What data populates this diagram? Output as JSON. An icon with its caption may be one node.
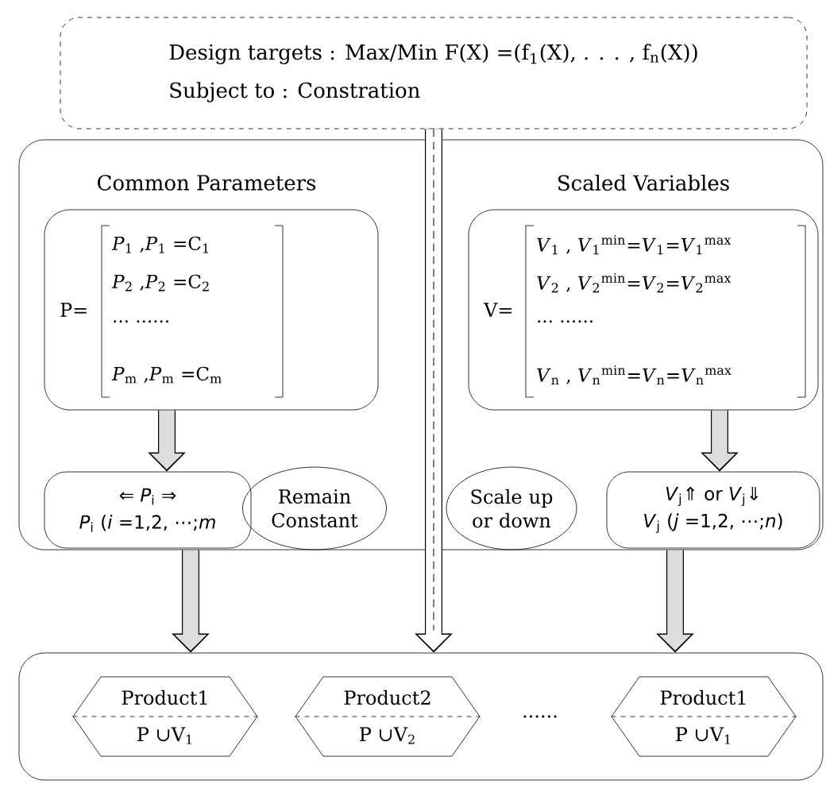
{
  "diagram": {
    "nodes": [
      {
        "text": [
          "Design targets : Max/Min F(X) =(f$_{1}$(X), . . . , f$_{n}$(X))",
          "Subject to : Constration"
        ]
      },
      {
        "text": [
          "Common Parameters",
          "Scaled Variables"
        ]
      },
      {
        "text": [
          "P=",
          "*P*$_{1}$ ,*P*$_{1}$ =C$_{1}$",
          "*P*$_{2}$ ,*P*$_{2}$ =C$_{2}$",
          "··· ······",
          "*P*$_{m}$ ,*P*$_{m}$ =C$_{m}$"
        ],
        "in": 1
      },
      {
        "text": [
          "⇐ *P*$_{i}$ ⇒",
          "*P*$_{i}$ (*i* =1,2, ⋯;*m*"
        ],
        "in": 1
      },
      {
        "text": [
          "Remain Constant"
        ],
        "in": 1
      },
      {
        "text": [
          "V=",
          "*V*$_{1}$ , *V*$_{1}$$^{min}$=*V*$_{1}$=*V*$_{1}$$^{max}$",
          "*V*$_{2}$ , *V*$_{2}$$^{min}$=*V*$_{2}$=*V*$_{2}$$^{max}$",
          "··· ······",
          "*V*$_{n}$ , *V*$_{n}$$^{min}$=*V*$_{n}$=*V*$_{n}$$^{max}$"
        ],
        "in": 1
      },
      {
        "text": [
          "Scale up or down"
        ],
        "in": 1
      },
      {
        "text": [
          "*V*$_{j}$⇑ or *V*$_{j}$⇓",
          "*V*$_{j}$ (*j* =1,2, ⋯;*n*)"
        ],
        "in": 1
      },
      {
        "text": [],
        "shape": "box"
      },
      {
        "text": [
          "Product1",
          "P ∪V$_{1}$"
        ],
        "in": 8
      },
      {
        "text": [
          "Product2",
          "P ∪V$_{2}$"
        ],
        "in": 8
      },
      {
        "text": [
          "Product1",
          "P ∪V$_{1}$"
        ],
        "in": 8
      }
    ],
    "edges": [
      {
        "from": 0,
        "to": 8,
        "arrow": "to",
        "color": "#ffffff"
      },
      {
        "from": 2,
        "to": 3,
        "arrow": "to"
      },
      {
        "from": 5,
        "to": 7,
        "arrow": "to"
      },
      {
        "from": 1,
        "to": 8,
        "arrow": "to"
      },
      {
        "from": 1,
        "to": 8,
        "arrow": "to"
      }
    ],
    "labels": [
      "......"
    ]
  }
}
